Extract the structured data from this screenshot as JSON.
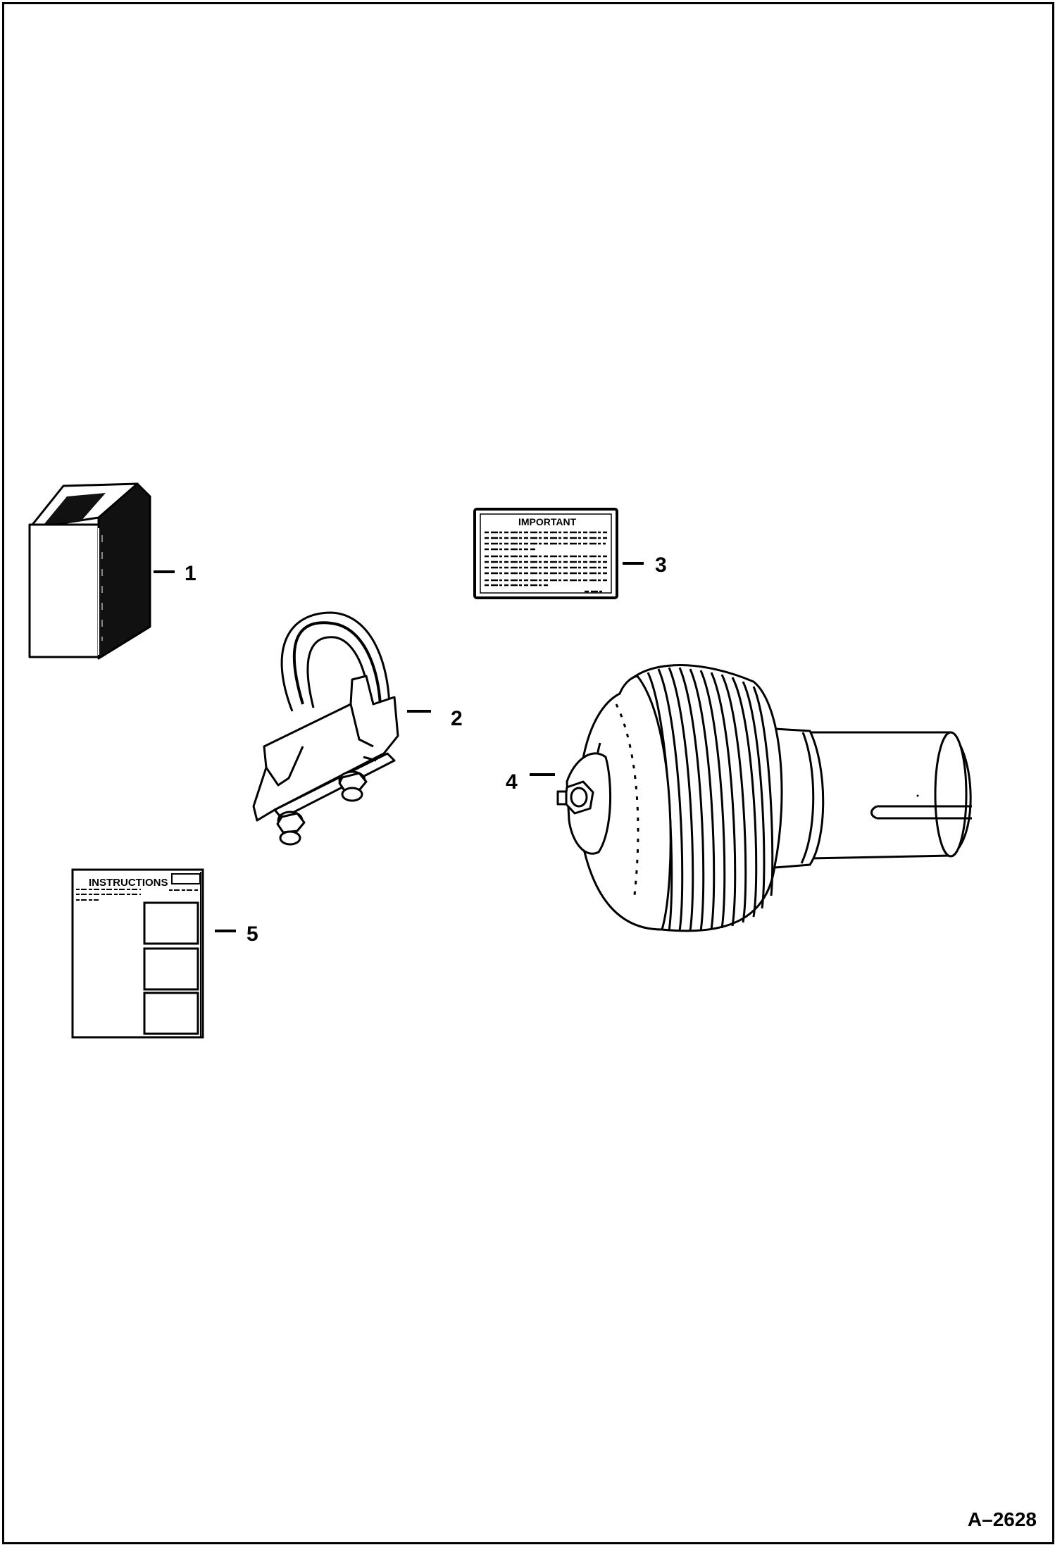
{
  "figure_id": "A–2628",
  "callouts": [
    {
      "id": "1",
      "label": "1"
    },
    {
      "id": "2",
      "label": "2"
    },
    {
      "id": "3",
      "label": "3"
    },
    {
      "id": "4",
      "label": "4"
    },
    {
      "id": "5",
      "label": "5"
    }
  ],
  "decal": {
    "title": "IMPORTANT"
  },
  "instruction_sheet": {
    "title": "INSTRUCTIONS"
  },
  "colors": {
    "ink": "#000000",
    "paper": "#ffffff"
  }
}
